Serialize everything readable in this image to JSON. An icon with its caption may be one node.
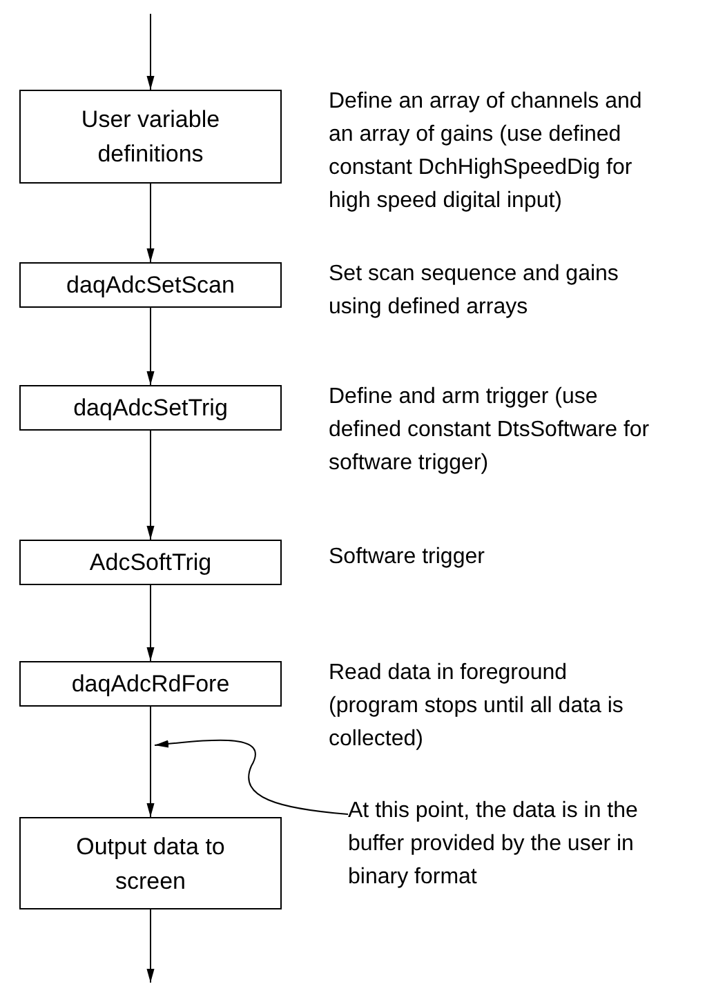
{
  "diagram": {
    "nodes": [
      {
        "text": [
          "User variable definitions"
        ],
        "beside": [
          "Define an array of channels and an array of gains (use defined constant DchHighSpeedDig for high speed digital input)"
        ]
      },
      {
        "text": [
          "daqAdcSetScan"
        ],
        "beside": [
          "Set scan sequence and gains using defined arrays"
        ]
      },
      {
        "text": [
          "daqAdcSetTrig"
        ],
        "beside": [
          "Define and arm trigger (use defined constant DtsSoftware for software trigger)"
        ]
      },
      {
        "text": [
          "AdcSoftTrig"
        ],
        "beside": [
          "Software trigger"
        ]
      },
      {
        "text": [
          "daqAdcRdFore"
        ],
        "beside": [
          "Read data in foreground (program stops until all data is collected)"
        ]
      },
      {
        "text": [
          "Output data to screen"
        ]
      },
      {
        "text": [
          "At this point, the data is in the buffer provided by the user in binary format"
        ]
      }
    ],
    "edges": [
      {
        "from": null,
        "to": 0,
        "arrow": "to"
      },
      {
        "from": 0,
        "to": 1,
        "arrow": "to"
      },
      {
        "from": 1,
        "to": 2,
        "arrow": "to"
      },
      {
        "from": 2,
        "to": 3,
        "arrow": "to"
      },
      {
        "from": 3,
        "to": 4,
        "arrow": "to"
      },
      {
        "from": 4,
        "to": 5,
        "arrow": "to"
      },
      {
        "from": 5,
        "to": null,
        "arrow": "to"
      },
      {
        "from": 6,
        "to": null,
        "arrow": "to"
      }
    ]
  }
}
